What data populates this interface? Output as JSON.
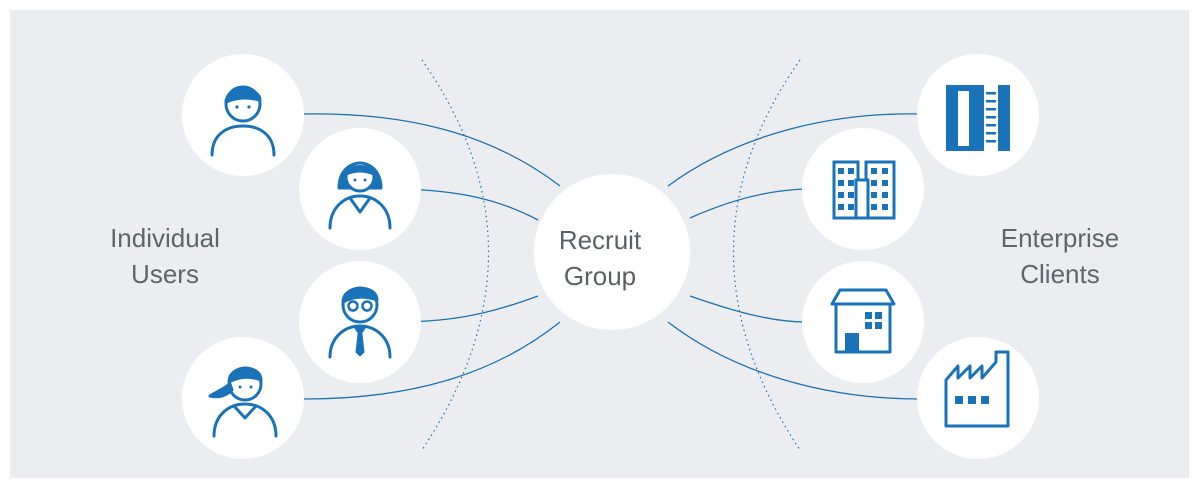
{
  "labels": {
    "individual_users": [
      "Individual",
      "Users"
    ],
    "recruit_group": [
      "Recruit",
      "Group"
    ],
    "enterprise_clients": [
      "Enterprise",
      "Clients"
    ]
  },
  "colors": {
    "panel": "#ebedf0",
    "circle": "#ffffff",
    "line": "#1a72b8",
    "icon": "#1a72b8",
    "text": "#5f656b"
  },
  "icons": {
    "users": [
      "man-user-icon",
      "woman-user-icon",
      "businessman-glasses-icon",
      "woman-ponytail-user-icon"
    ],
    "enterprises": [
      "skyscraper-icon",
      "office-building-icon",
      "small-house-building-icon",
      "factory-icon"
    ]
  }
}
